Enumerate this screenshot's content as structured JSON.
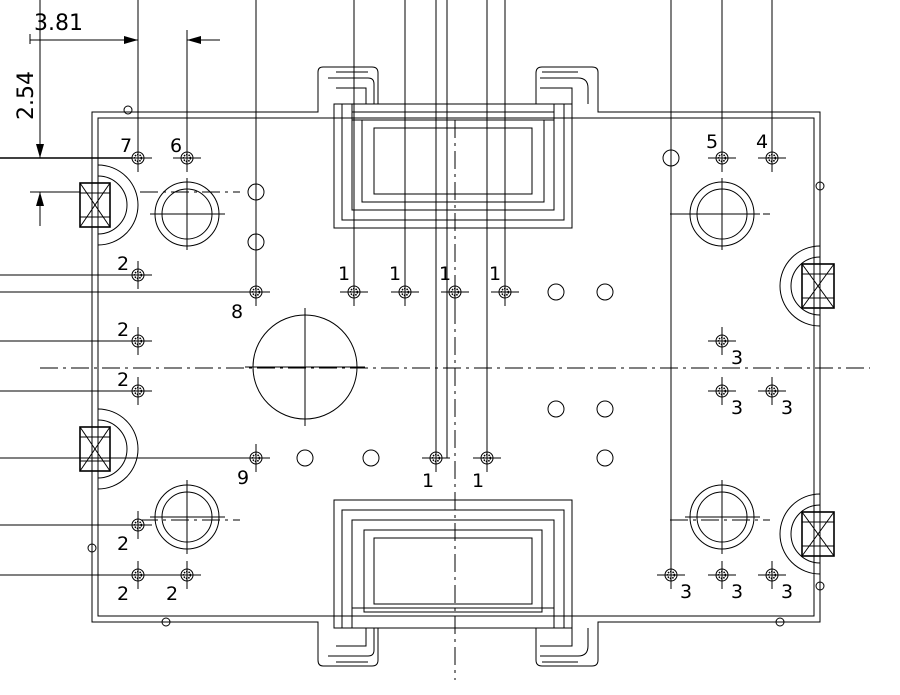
{
  "dimensions": {
    "horizontal_label": "3.81",
    "vertical_label": "2.54"
  },
  "pin_labels": {
    "p7": "7",
    "p6": "6",
    "p5": "5",
    "p4": "4",
    "p8": "8",
    "p9": "9",
    "l2a": "2",
    "l2b": "2",
    "l2c": "2",
    "l2d": "2",
    "l2e": "2",
    "l2f": "2",
    "t1a": "1",
    "t1b": "1",
    "t1c": "1",
    "t1d": "1",
    "b1a": "1",
    "b1b": "1",
    "r3a": "3",
    "r3b": "3",
    "r3c": "3",
    "r3d": "3",
    "r3e": "3",
    "r3f": "3"
  },
  "colors": {
    "line": "#000000",
    "background": "#ffffff"
  }
}
